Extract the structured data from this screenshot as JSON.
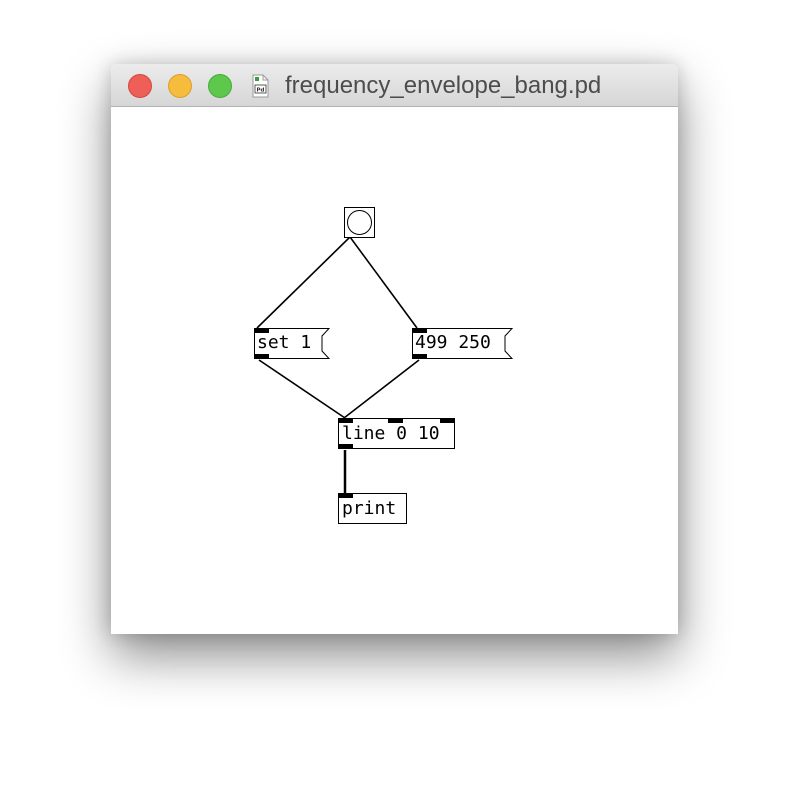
{
  "window": {
    "title": "frequency_envelope_bang.pd",
    "file_icon": "pd-document-icon"
  },
  "titlebar_buttons": {
    "close": "close-icon",
    "minimize": "minimize-icon",
    "zoom": "zoom-icon",
    "colors": {
      "close": "#ee5f57",
      "minimize": "#f6bc3e",
      "zoom": "#5ec84d"
    }
  },
  "patch": {
    "bang": {
      "type": "bng"
    },
    "msg_set": {
      "text": "set 1"
    },
    "msg_values": {
      "text": "499 250"
    },
    "obj_line": {
      "text": "line 0 10"
    },
    "obj_print": {
      "text": "print"
    }
  }
}
